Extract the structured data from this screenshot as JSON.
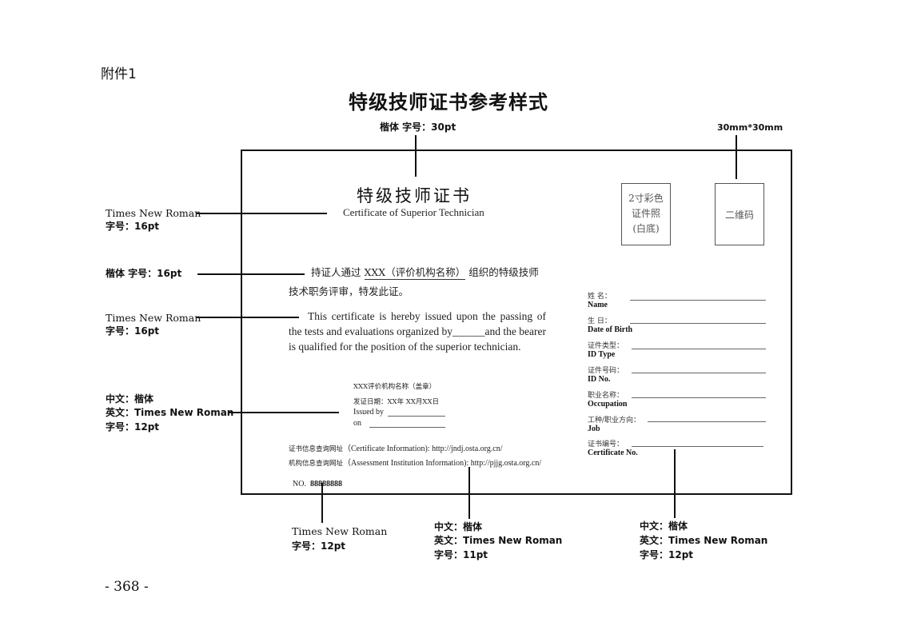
{
  "page": {
    "attachment_label": "附件1",
    "title": "特级技师证书参考样式",
    "page_number": "- 368 -"
  },
  "annotations": {
    "top_font": "楷体  字号：30pt",
    "top_size": "30mm*30mm",
    "left1": {
      "line1": "Times New Roman",
      "line2": "字号：16pt"
    },
    "left2": {
      "line1": "楷体  字号：16pt"
    },
    "left3": {
      "line1": "Times New Roman",
      "line2": "字号：16pt"
    },
    "left4": {
      "line1": "中文：楷体",
      "line2": "英文：Times New Roman",
      "line3": "字号：12pt"
    },
    "bottom1": {
      "line1": "Times New Roman",
      "line2": "字号：12pt"
    },
    "bottom2": {
      "line1": "中文：楷体",
      "line2": "英文：Times New Roman",
      "line3": "字号：11pt"
    },
    "bottom3": {
      "line1": "中文：楷体",
      "line2": "英文：Times New Roman",
      "line3": "字号：12pt"
    }
  },
  "certificate": {
    "title_cn": "特级技师证书",
    "title_en": "Certificate  of Superior Technician",
    "photo_box": [
      "2寸彩色",
      "证件照",
      "(白底)"
    ],
    "qr_box": "二维码",
    "cn_text_prefix": "持证人通过",
    "cn_text_org": "XXX（评价机构名称）",
    "cn_text_suffix": "组织的特级技师",
    "cn_text_line2": "技术职务评审，特发此证。",
    "en_text_1": "This certificate is hereby issued upon the passing of the tests and evaluations organized by______and the bearer is qualified for the position of the superior technician.",
    "seal_org": "XXX评价机构名称（盖章）",
    "issue_date": "发证日期：XX年  XX月XX日",
    "issued_by": "Issued by",
    "on": "on",
    "info_cert_cn": "证书信息查询网址",
    "info_cert_en": "（Certificate Information): http://jndj.osta.org.cn/",
    "info_inst_cn": "机构信息查询网址",
    "info_inst_en": "（Assessment Institution Information): http://pjjg.osta.org.cn/",
    "no_label": "NO.",
    "no_value": "88888888",
    "fields": [
      {
        "cn": "姓      名：",
        "en": "Name"
      },
      {
        "cn": "生      日：",
        "en": "Date of Birth"
      },
      {
        "cn": "证件类型：",
        "en": "ID Type"
      },
      {
        "cn": "证件号码：",
        "en": "ID No."
      },
      {
        "cn": "职业名称：",
        "en": "Occupation"
      },
      {
        "cn": "工种/职业方向：",
        "en": "Job"
      },
      {
        "cn": "证书编号：",
        "en": "Certificate No."
      }
    ]
  }
}
